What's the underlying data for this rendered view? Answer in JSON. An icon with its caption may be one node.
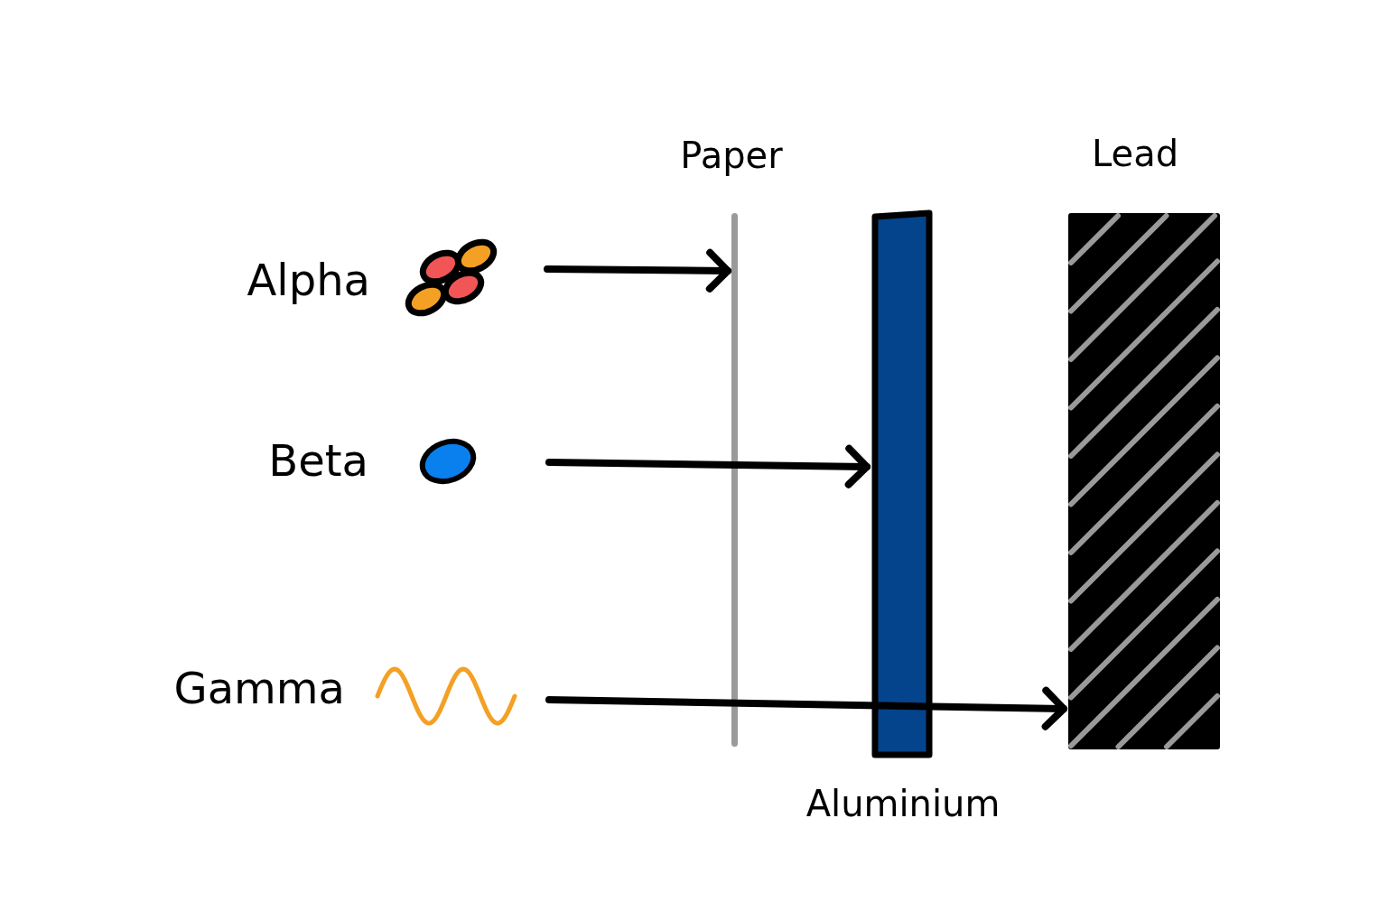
{
  "diagram": {
    "nodes": [
      {
        "text": [
          "Paper"
        ]
      },
      {
        "text": [
          "Aluminium"
        ]
      },
      {
        "text": [
          "Lead"
        ]
      }
    ],
    "edges": [
      {
        "from": null,
        "to": 0,
        "arrow": "to"
      },
      {
        "from": null,
        "to": 1,
        "arrow": "to"
      },
      {
        "from": null,
        "to": 2,
        "arrow": "to"
      }
    ],
    "labels": [
      "Alpha",
      "Beta",
      "Gamma"
    ]
  }
}
